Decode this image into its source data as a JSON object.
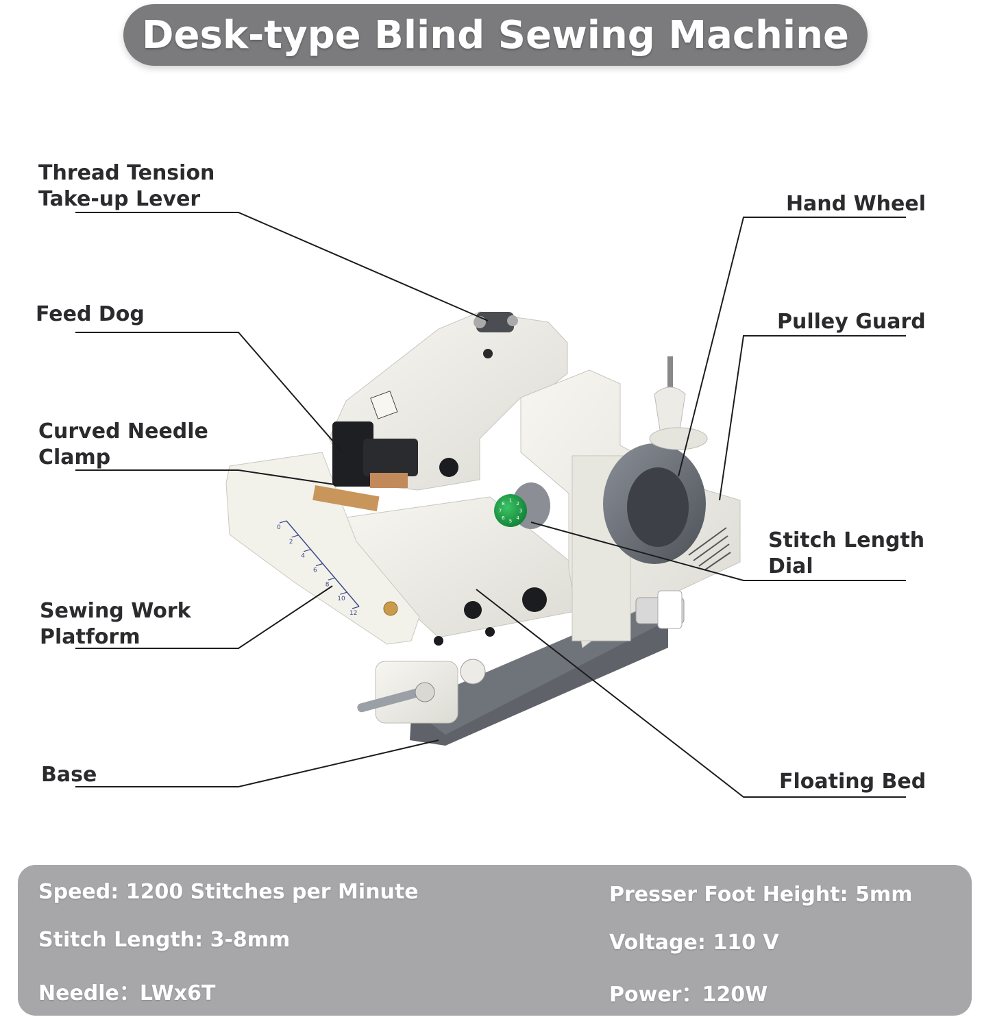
{
  "title": "Desk-type Blind Sewing Machine",
  "labels": {
    "thread_tension_1": "Thread Tension",
    "thread_tension_2": "Take-up Lever",
    "feed_dog": "Feed Dog",
    "curved_needle_1": "Curved Needle",
    "curved_needle_2": "Clamp",
    "sewing_work_1": "Sewing Work",
    "sewing_work_2": "Platform",
    "base": "Base",
    "hand_wheel": "Hand Wheel",
    "pulley_guard": "Pulley Guard",
    "stitch_length_1": "Stitch Length",
    "stitch_length_2": "Dial",
    "floating_bed": "Floating Bed"
  },
  "dial_numbers": [
    "1",
    "2",
    "3",
    "4",
    "5",
    "6",
    "7",
    "8"
  ],
  "ruler_numbers": [
    "0",
    "2",
    "4",
    "6",
    "8",
    "10",
    "12"
  ],
  "specs": {
    "speed": "Speed: 1200 Stitches per Minute",
    "stitch_length": "Stitch Length: 3-8mm",
    "needle": "Needle：LWx6T",
    "presser_foot": "Presser Foot Height: 5mm",
    "voltage": "Voltage: 110 V",
    "power": "Power：120W"
  },
  "colors": {
    "title_bg": "#7b7b7d",
    "panel_bg": "#a7a7a9",
    "machine_body": "#efeee8",
    "base_gray": "#6c6f75",
    "dial_green": "#1fa84a"
  }
}
